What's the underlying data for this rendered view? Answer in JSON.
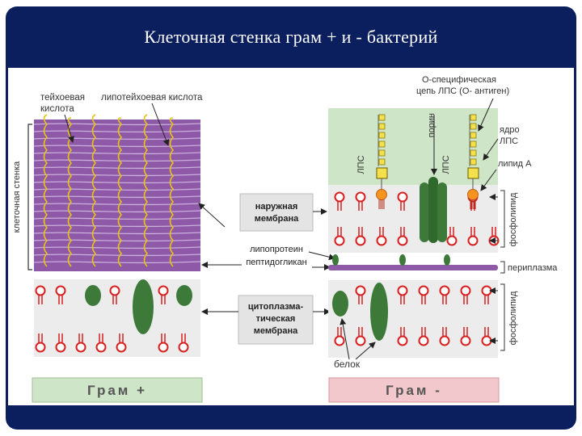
{
  "slide": {
    "title": "Клеточная стенка грам + и - бактерий"
  },
  "labels": {
    "teichoic_line1": "тейхоевая",
    "teichoic_line2": "кислота",
    "lipoteichoic": "липотейхоевая кислота",
    "cell_wall_vertical": "клеточная стенка",
    "outer_membrane_line1": "наружная",
    "outer_membrane_line2": "мембрана",
    "lipoprotein": "липопротеин",
    "peptidoglycan": "пептидогликан",
    "cytoplasmic_line1": "цитоплазма-",
    "cytoplasmic_line2": "тическая",
    "cytoplasmic_line3": "мембрана",
    "o_specific_line1": "О-специфическая",
    "o_specific_line2": "цепь ЛПС (О- антиген)",
    "porin": "порин",
    "lps": "ЛПС",
    "core_line1": "ядро",
    "core_line2": "ЛПС",
    "lipid_a": "липид А",
    "phospholipid": "фосфолипид",
    "periplasm": "периплазма",
    "protein": "белок",
    "gram_pos": "Грам +",
    "gram_neg": "Грам -"
  },
  "colors": {
    "slide_bg": "#0b1f5e",
    "peptidoglycan": "#8e5aa8",
    "teichoic": "#e8c21a",
    "lipid_head": "#d82020",
    "protein": "#3d7a3a",
    "lps_bg": "#cfe5c8",
    "gram_pos_bg": "#cfe5c8",
    "gram_neg_bg": "#f2c8cc"
  }
}
